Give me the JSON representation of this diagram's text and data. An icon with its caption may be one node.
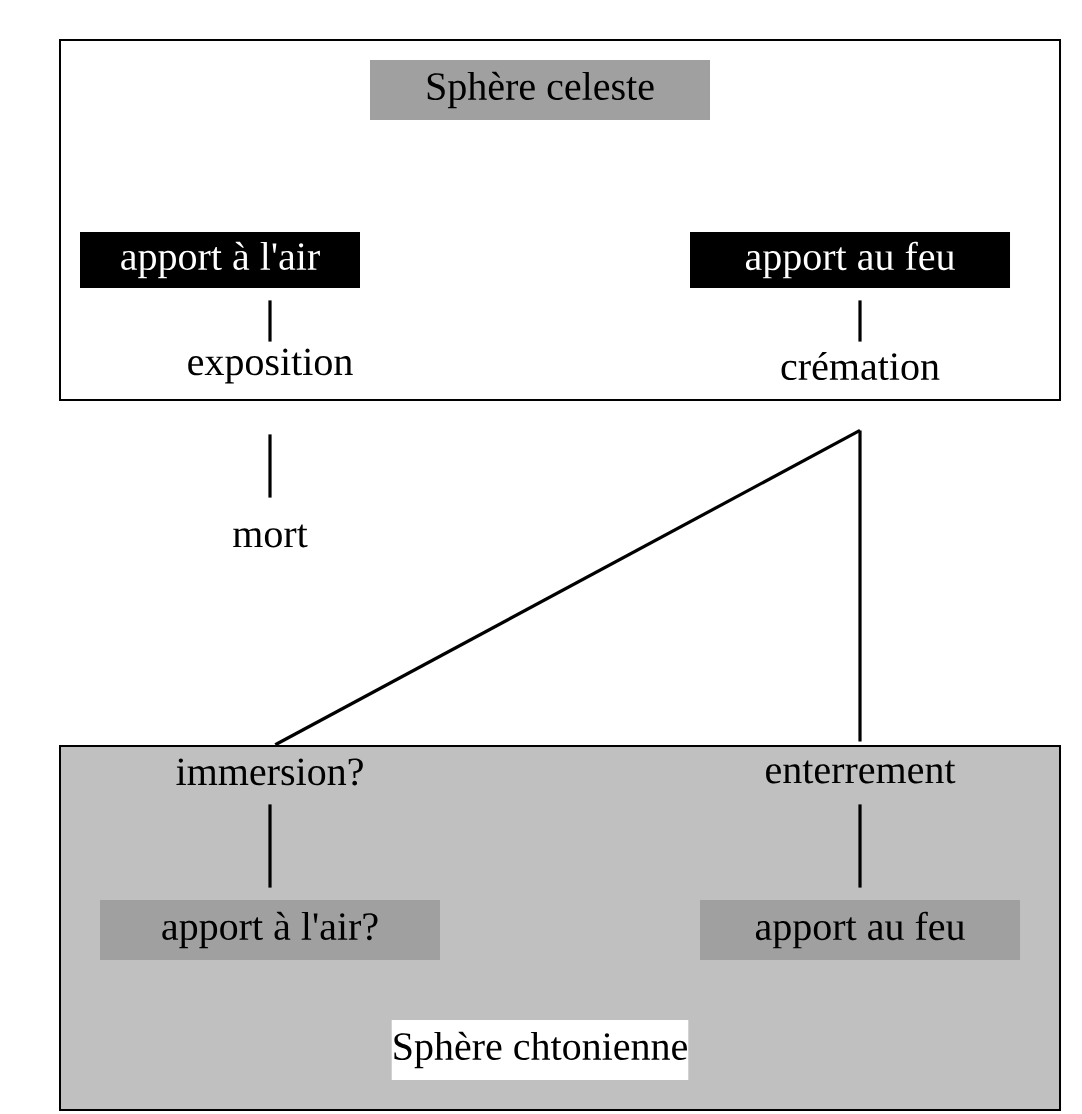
{
  "diagram": {
    "nodes": [
      {
        "text": [],
        "shape": "box"
      },
      {
        "text": [
          "Sphère celeste"
        ],
        "in": 0
      },
      {
        "text": [
          "apport à l'air"
        ],
        "in": 0
      },
      {
        "text": [
          "apport au feu"
        ],
        "in": 0
      },
      {
        "text": [
          "exposition"
        ],
        "in": 0
      },
      {
        "text": [
          "crémation"
        ],
        "in": 0
      },
      {
        "text": [
          "mort"
        ]
      },
      {
        "text": [],
        "shape": "box"
      },
      {
        "text": [
          "immersion?"
        ],
        "in": 7
      },
      {
        "text": [
          "enterrement"
        ],
        "in": 7
      },
      {
        "text": [
          "apport à l'air?"
        ],
        "in": 7
      },
      {
        "text": [
          "apport au feu"
        ],
        "in": 7
      },
      {
        "text": [
          "Sphère chtonienne"
        ],
        "in": 7
      }
    ],
    "edges": [
      {
        "from": 2,
        "to": 4,
        "arrow": "none"
      },
      {
        "from": 3,
        "to": 5,
        "arrow": "none"
      },
      {
        "from": 4,
        "to": 6,
        "arrow": "none"
      },
      {
        "from": 5,
        "to": 8,
        "arrow": "none"
      },
      {
        "from": 5,
        "to": 9,
        "arrow": "none"
      },
      {
        "from": 8,
        "to": 10,
        "arrow": "none"
      },
      {
        "from": 9,
        "to": 11,
        "arrow": "none"
      }
    ]
  }
}
